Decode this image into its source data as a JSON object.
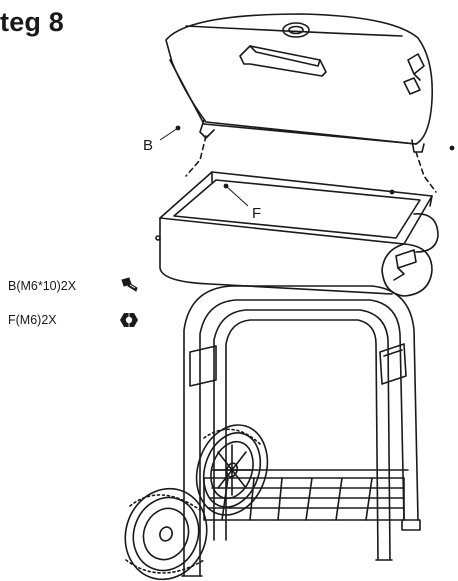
{
  "step": {
    "title": "teg 8"
  },
  "callouts": {
    "b": "B",
    "f": "F"
  },
  "parts": [
    {
      "label": "B(M6*10)2X",
      "icon": "bolt-icon"
    },
    {
      "label": "F(M6)2X",
      "icon": "nut-icon"
    }
  ]
}
